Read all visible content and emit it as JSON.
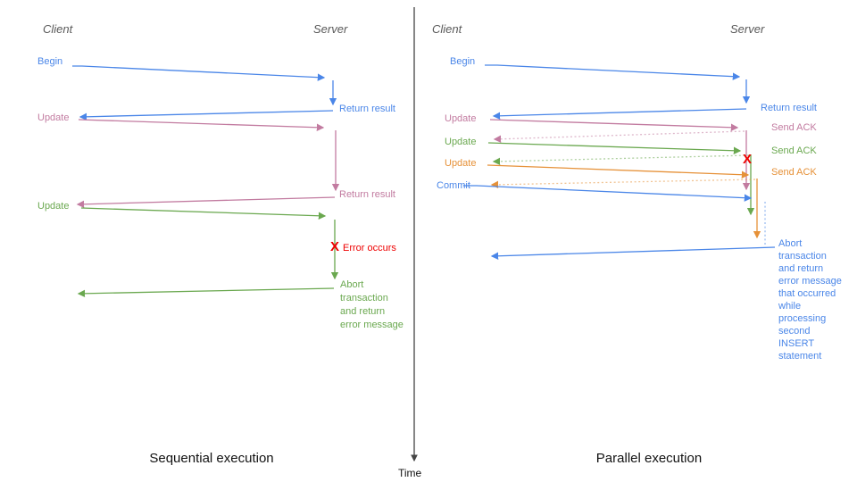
{
  "colors": {
    "blue": "#4a86e8",
    "pink": "#c27ba0",
    "green": "#6aa84f",
    "orange": "#e69138",
    "red": "#ee0000",
    "gray": "#595959"
  },
  "timeline": {
    "label": "Time"
  },
  "left": {
    "title": "Sequential execution",
    "client": "Client",
    "server": "Server",
    "begin": "Begin",
    "return_result_1": "Return result",
    "update_1": "Update",
    "return_result_2": "Return result",
    "update_2": "Update",
    "error_mark": "X",
    "error_label": "Error occurs",
    "abort_lines": [
      "Abort",
      "transaction",
      "and return",
      "error message"
    ]
  },
  "right": {
    "title": "Parallel execution",
    "client": "Client",
    "server": "Server",
    "begin": "Begin",
    "return_result": "Return result",
    "update_1": "Update",
    "send_ack_1": "Send ACK",
    "update_2": "Update",
    "send_ack_2": "Send ACK",
    "update_3": "Update",
    "send_ack_3": "Send ACK",
    "commit": "Commit",
    "error_mark": "X",
    "abort_lines": [
      "Abort",
      "transaction",
      "and return",
      "error message",
      "that occurred",
      "while",
      "processing",
      "second",
      "INSERT",
      "statement"
    ]
  }
}
